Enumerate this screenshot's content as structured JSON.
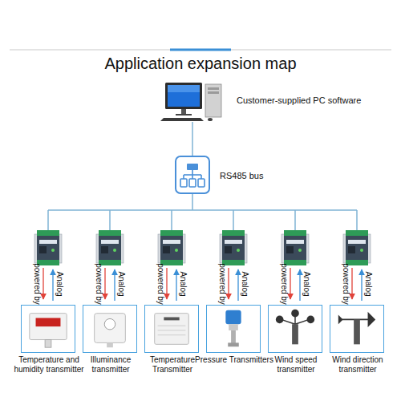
{
  "diagram": {
    "title": "Application expansion map",
    "nodes": [
      {
        "text": [
          "Customer-supplied PC software"
        ]
      },
      {
        "text": [
          "RS485 bus"
        ]
      },
      {
        "text": [
          "Temperature and humidity transmitter"
        ]
      },
      {
        "text": [
          "Illuminance transmitter"
        ]
      },
      {
        "text": [
          "Temperature Transmitter"
        ]
      },
      {
        "text": [
          "Pressure Transmitters"
        ]
      },
      {
        "text": [
          "Wind speed transmitter"
        ]
      },
      {
        "text": [
          "Wind direction transmitter"
        ]
      }
    ],
    "edges": [
      {
        "from": 0,
        "to": 1,
        "arrow": "none"
      }
    ],
    "labels": [
      "powered by",
      "Analog",
      "powered by",
      "Analog",
      "powered by",
      "Analog",
      "powered by",
      "Analog",
      "powered by",
      "Analog",
      "powered by",
      "Analog"
    ]
  }
}
